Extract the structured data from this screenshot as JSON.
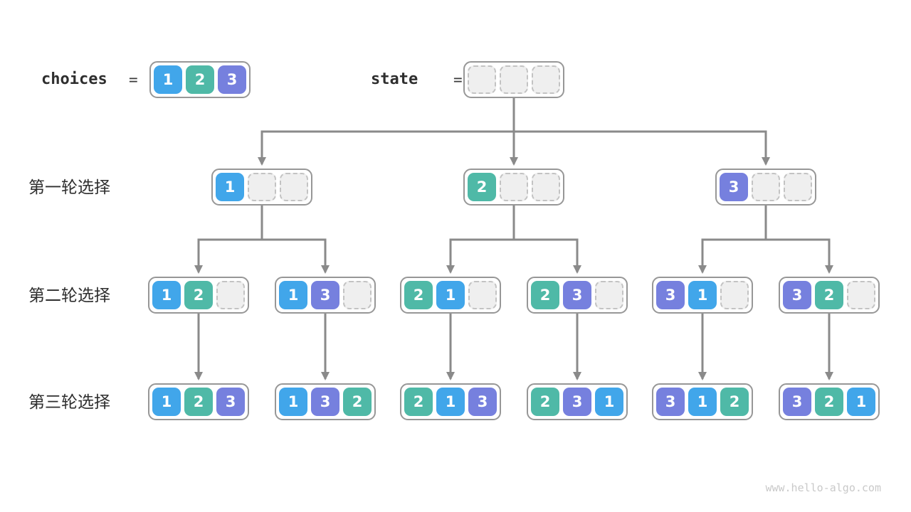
{
  "palette": {
    "1": "#41A6EA",
    "2": "#4FB9A7",
    "3": "#7680DE"
  },
  "colors": {
    "arrow": "#8A8A8A",
    "node_border": "#979797",
    "empty_cell_fill": "#EFEFEF",
    "empty_cell_border": "#C3C3C3",
    "label_text": "#2E2E2E",
    "watermark": "#C9C9C9"
  },
  "header": {
    "choices_label": "choices",
    "equals": "=",
    "choices": [
      1,
      2,
      3
    ],
    "state_label": "state",
    "state": [
      null,
      null,
      null
    ]
  },
  "side_labels": {
    "round1": "第一轮选择",
    "round2": "第二轮选择",
    "round3": "第三轮选择"
  },
  "tree": {
    "level1": [
      [
        1,
        null,
        null
      ],
      [
        2,
        null,
        null
      ],
      [
        3,
        null,
        null
      ]
    ],
    "level2": [
      [
        1,
        2,
        null
      ],
      [
        1,
        3,
        null
      ],
      [
        2,
        1,
        null
      ],
      [
        2,
        3,
        null
      ],
      [
        3,
        1,
        null
      ],
      [
        3,
        2,
        null
      ]
    ],
    "level3": [
      [
        1,
        2,
        3
      ],
      [
        1,
        3,
        2
      ],
      [
        2,
        1,
        3
      ],
      [
        2,
        3,
        1
      ],
      [
        3,
        1,
        2
      ],
      [
        3,
        2,
        1
      ]
    ]
  },
  "footer": {
    "watermark": "www.hello-algo.com"
  }
}
